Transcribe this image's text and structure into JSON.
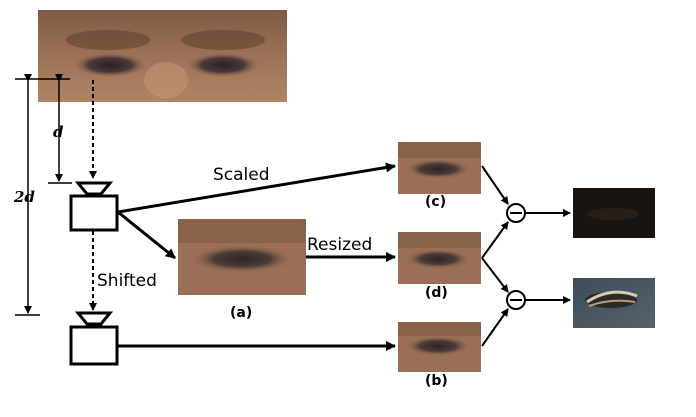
{
  "labels": {
    "d": "d",
    "two_d": "2d",
    "scaled": "Scaled",
    "resized": "Resized",
    "shifted": "Shifted",
    "a": "(a)",
    "b": "(b)",
    "c": "(c)",
    "d_caption": "(d)",
    "minus": "−"
  },
  "images": {
    "face": "face-crop-eyes",
    "a": "eye-crop-scaled-large",
    "c": "eye-crop-scaled",
    "d": "eye-crop-resized",
    "b": "eye-crop-shifted",
    "diff_top": "difference-image-small",
    "diff_bottom": "difference-image-large"
  },
  "colors": {
    "skin": "#9a6f55",
    "skin_dark": "#6e4b38",
    "diff_dark": "#1a1410",
    "diff_blue": "#4a5a68"
  }
}
